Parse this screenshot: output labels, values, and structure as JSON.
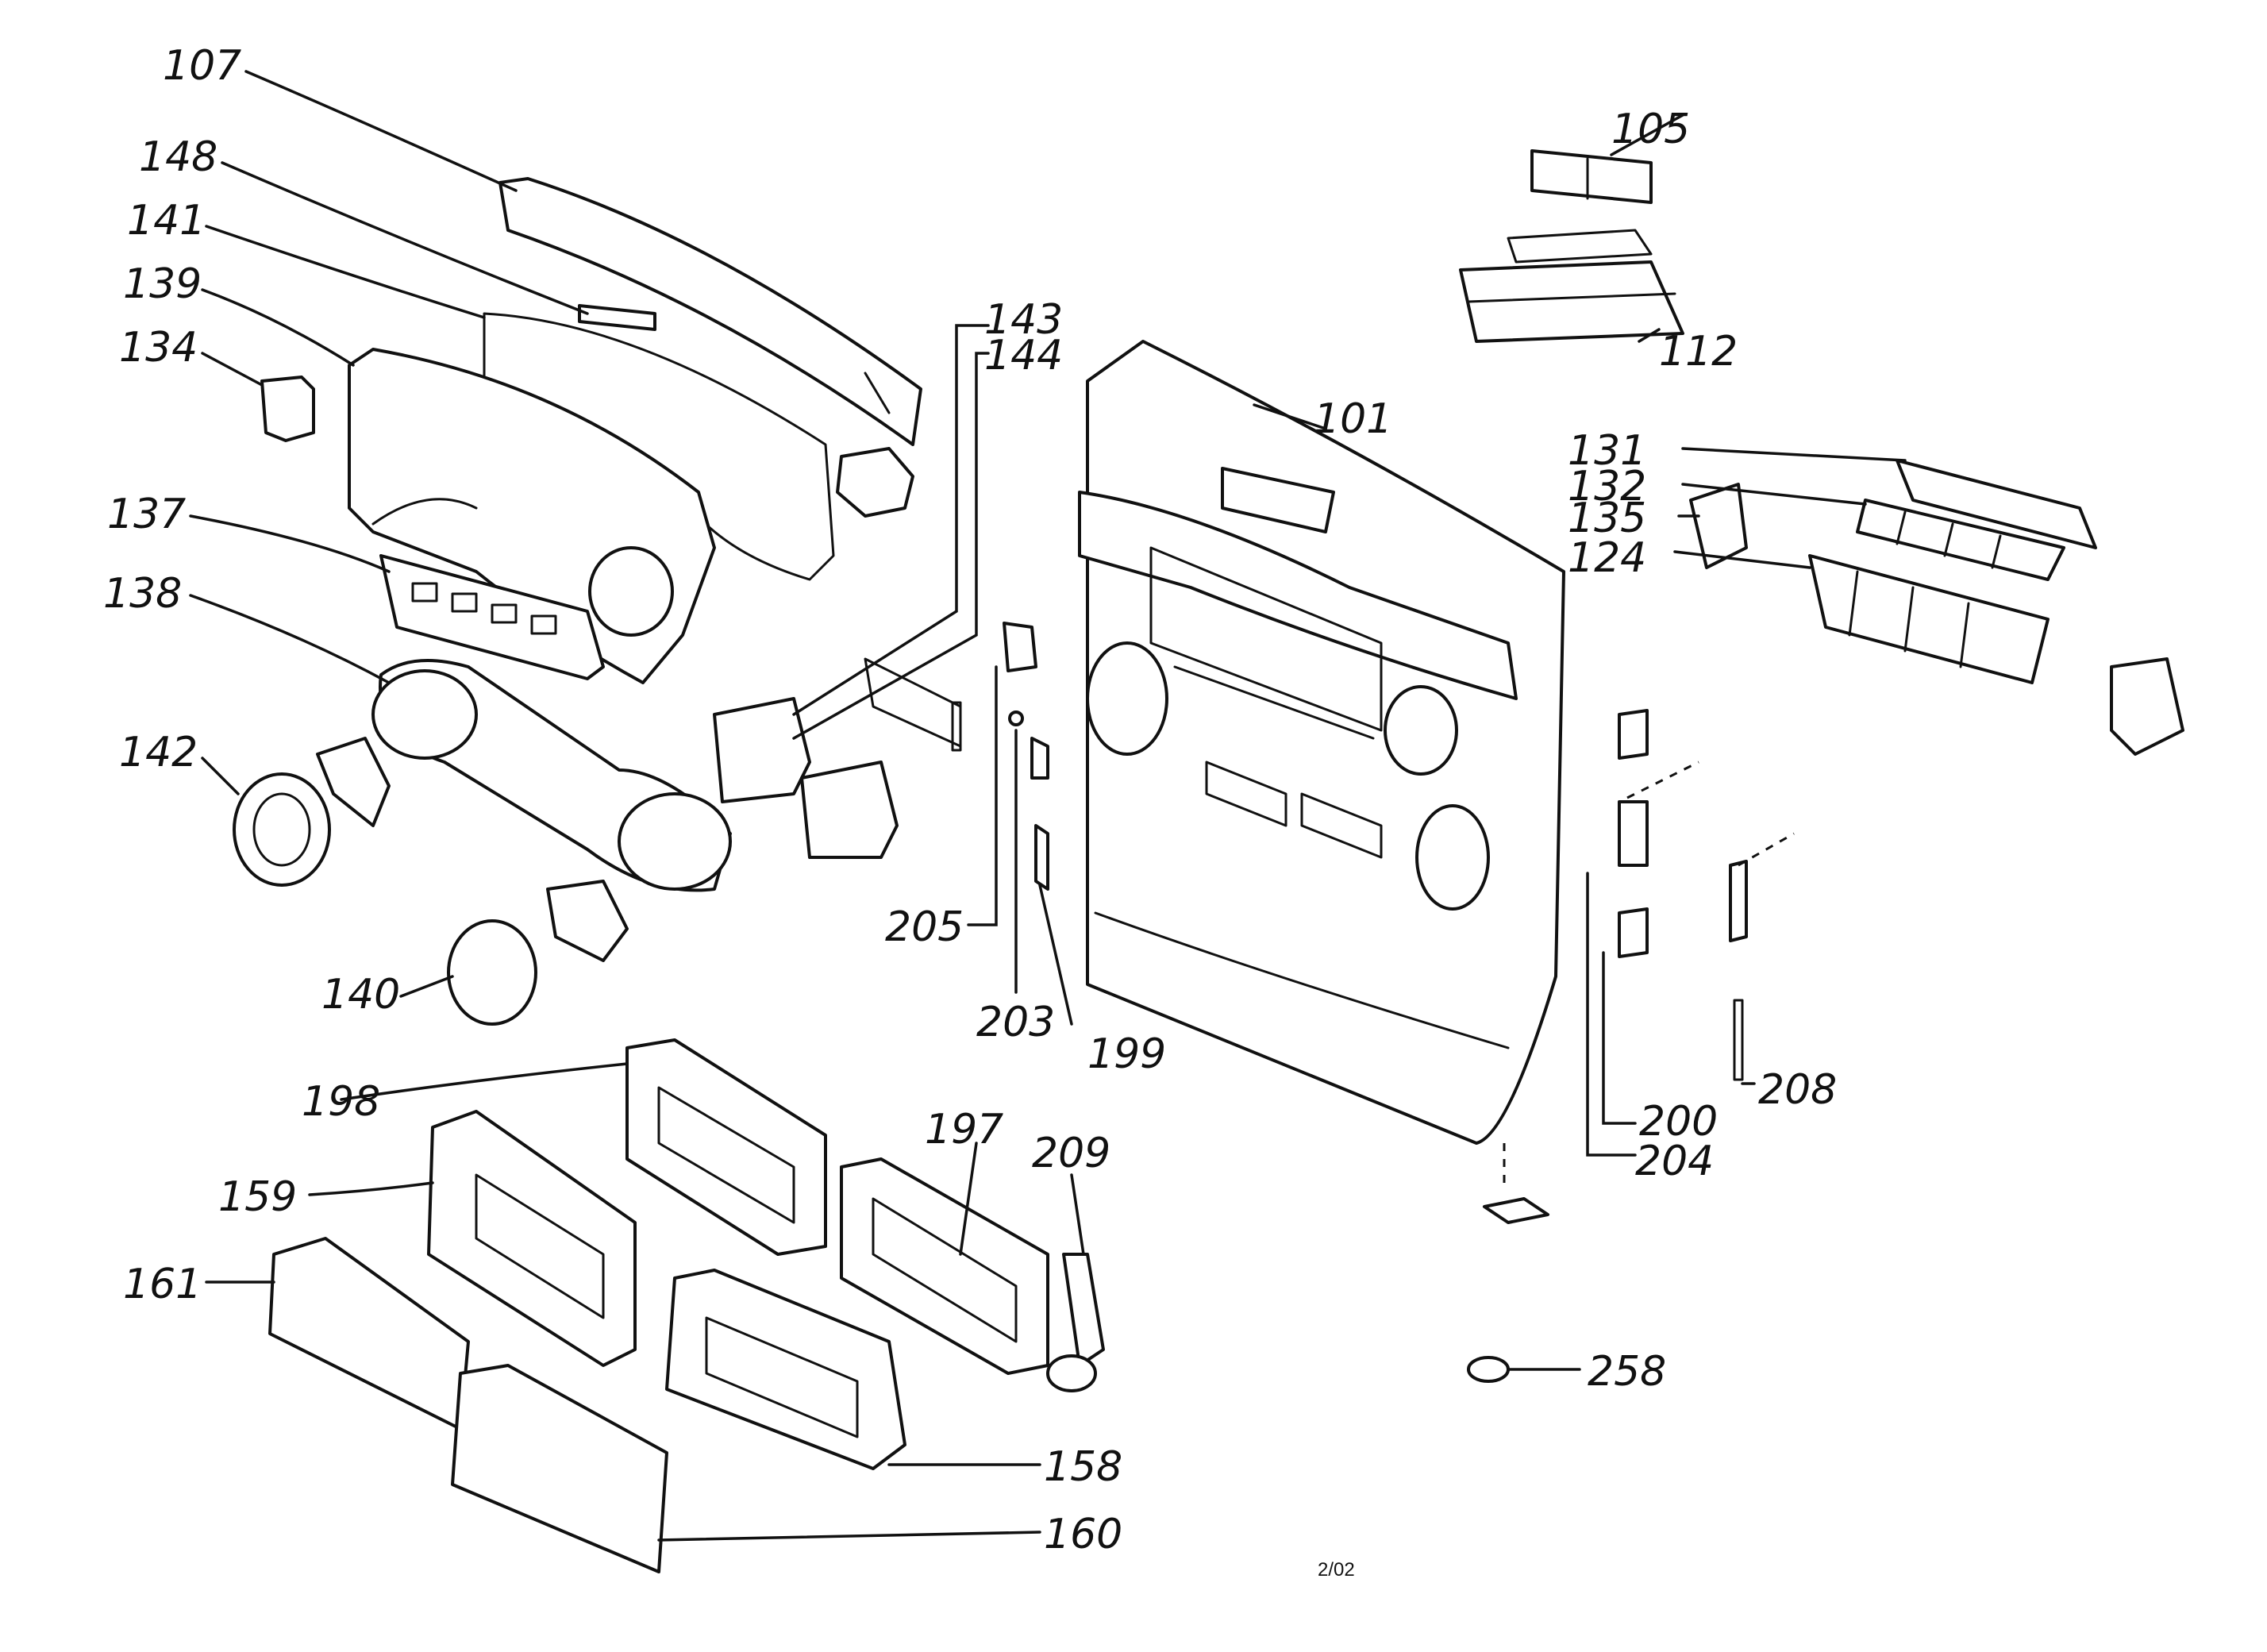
{
  "labels": {
    "p107": "107",
    "p148": "148",
    "p141": "141",
    "p139": "139",
    "p134": "134",
    "p137": "137",
    "p138": "138",
    "p142": "142",
    "p140": "140",
    "p143": "143",
    "p144": "144",
    "p205": "205",
    "p203": "203",
    "p199": "199",
    "p101": "101",
    "p105": "105",
    "p112": "112",
    "p131": "131",
    "p132": "132",
    "p135": "135",
    "p124": "124",
    "p200": "200",
    "p204": "204",
    "p208": "208",
    "p198": "198",
    "p197": "197",
    "p209": "209",
    "p159": "159",
    "p161": "161",
    "p158": "158",
    "p160": "160",
    "p258": "258"
  },
  "footer": "2/02"
}
